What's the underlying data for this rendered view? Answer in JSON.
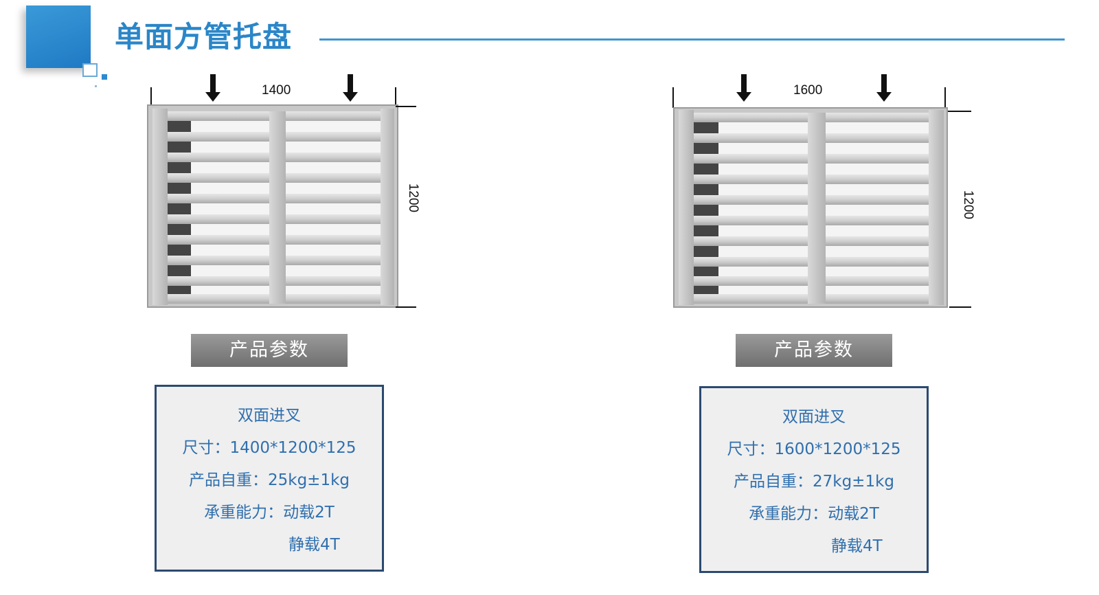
{
  "header": {
    "title": "单面方管托盘"
  },
  "products": [
    {
      "width_label": "1400",
      "depth_label": "1200",
      "params_header": "产品参数",
      "spec": {
        "entry": "双面进叉",
        "size": "尺寸：1400*1200*125",
        "weight": "产品自重：25kg±1kg",
        "load": "承重能力：动载2T",
        "static_load": "静载4T"
      }
    },
    {
      "width_label": "1600",
      "depth_label": "1200",
      "params_header": "产品参数",
      "spec": {
        "entry": "双面进叉",
        "size": "尺寸：1600*1200*125",
        "weight": "产品自重：27kg±1kg",
        "load": "承重能力：动载2T",
        "static_load": "静载4T"
      }
    }
  ],
  "colors": {
    "title": "#2a86c8",
    "rule": "#3f95cf",
    "spec_text": "#2f6fae",
    "spec_border": "#2b4a6f"
  }
}
